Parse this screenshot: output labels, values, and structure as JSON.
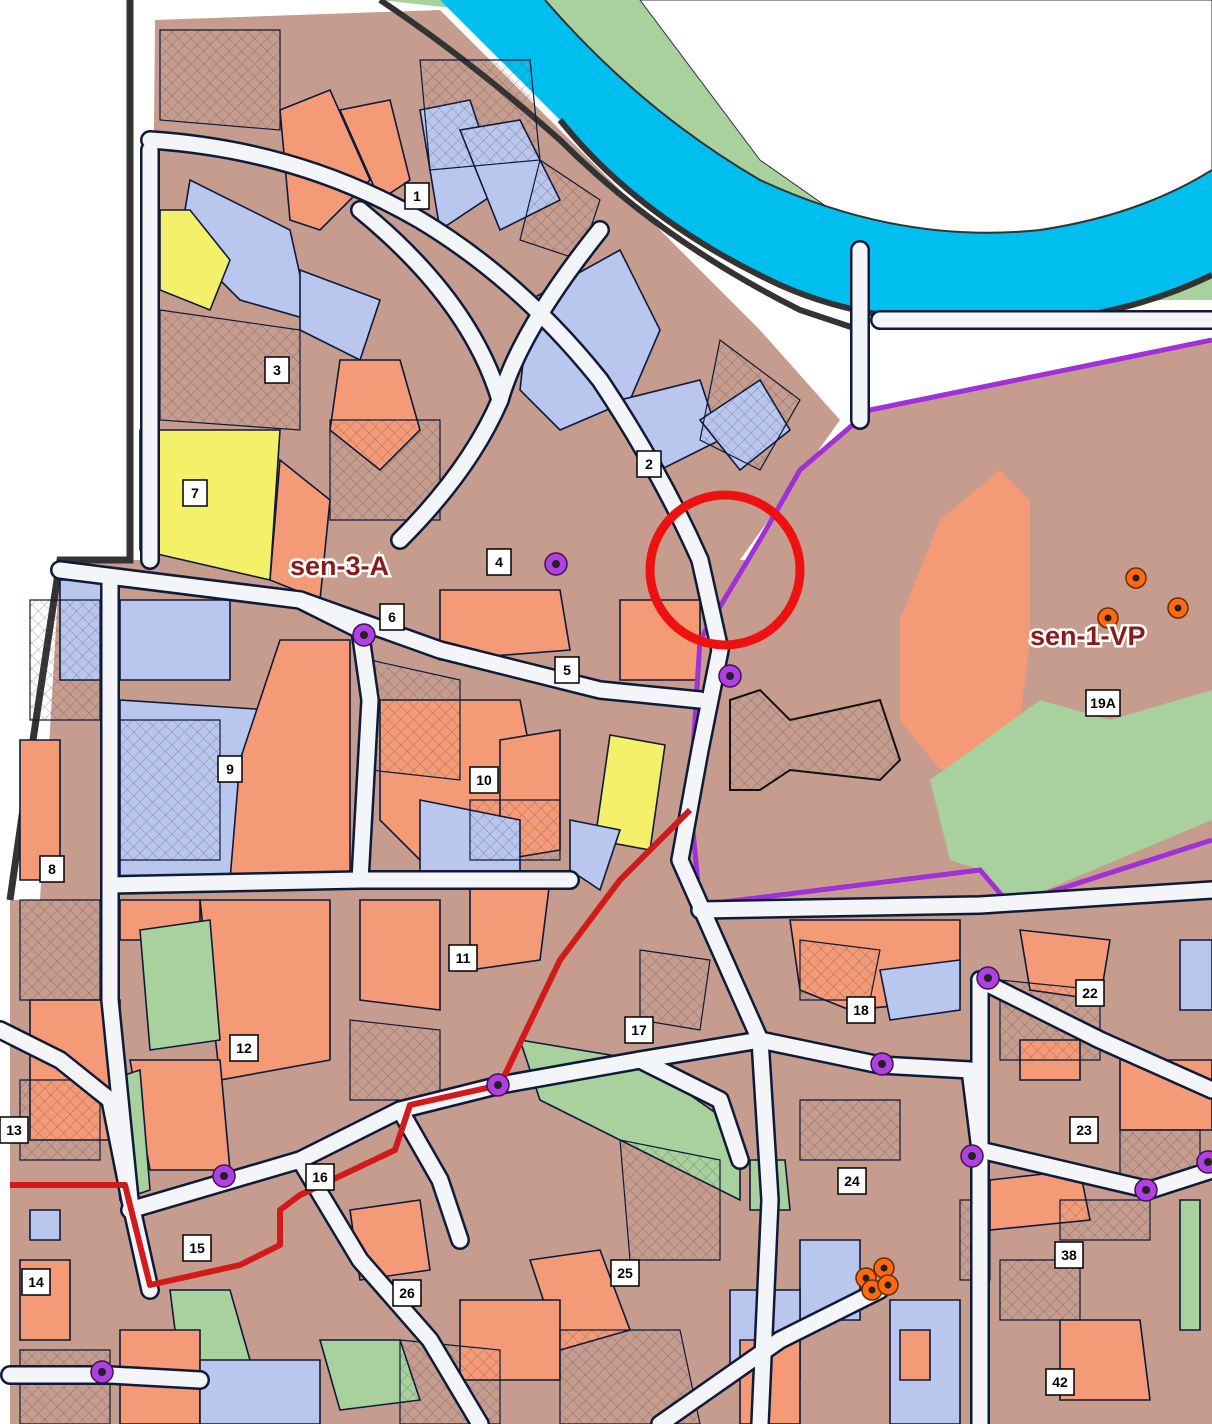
{
  "map": {
    "colors": {
      "river": "#00bfee",
      "road": "#f3f5f8",
      "brown_parcel": "#c59c8d",
      "orange_parcel": "#f49a77",
      "blue_parcel": "#b9c7ee",
      "yellow_parcel": "#f5f06a",
      "green_area": "#a8d19d",
      "outline": "#0d1a3a",
      "district_boundary": "#a030d8",
      "route_line": "#d31a1a",
      "highlight_circle": "#ee1111",
      "node_marker": "#b040e0",
      "monument_marker": "#ff6a10"
    },
    "zone_labels": [
      {
        "id": "sen-3-A",
        "text": "sen-3-A"
      },
      {
        "id": "sen-1-VP",
        "text": "sen-1-VP"
      }
    ],
    "block_labels": [
      "1",
      "2",
      "3",
      "4",
      "5",
      "6",
      "7",
      "8",
      "9",
      "10",
      "11",
      "12",
      "13",
      "14",
      "15",
      "16",
      "17",
      "18",
      "19A",
      "22",
      "23",
      "24",
      "25",
      "26",
      "38",
      "42"
    ]
  }
}
